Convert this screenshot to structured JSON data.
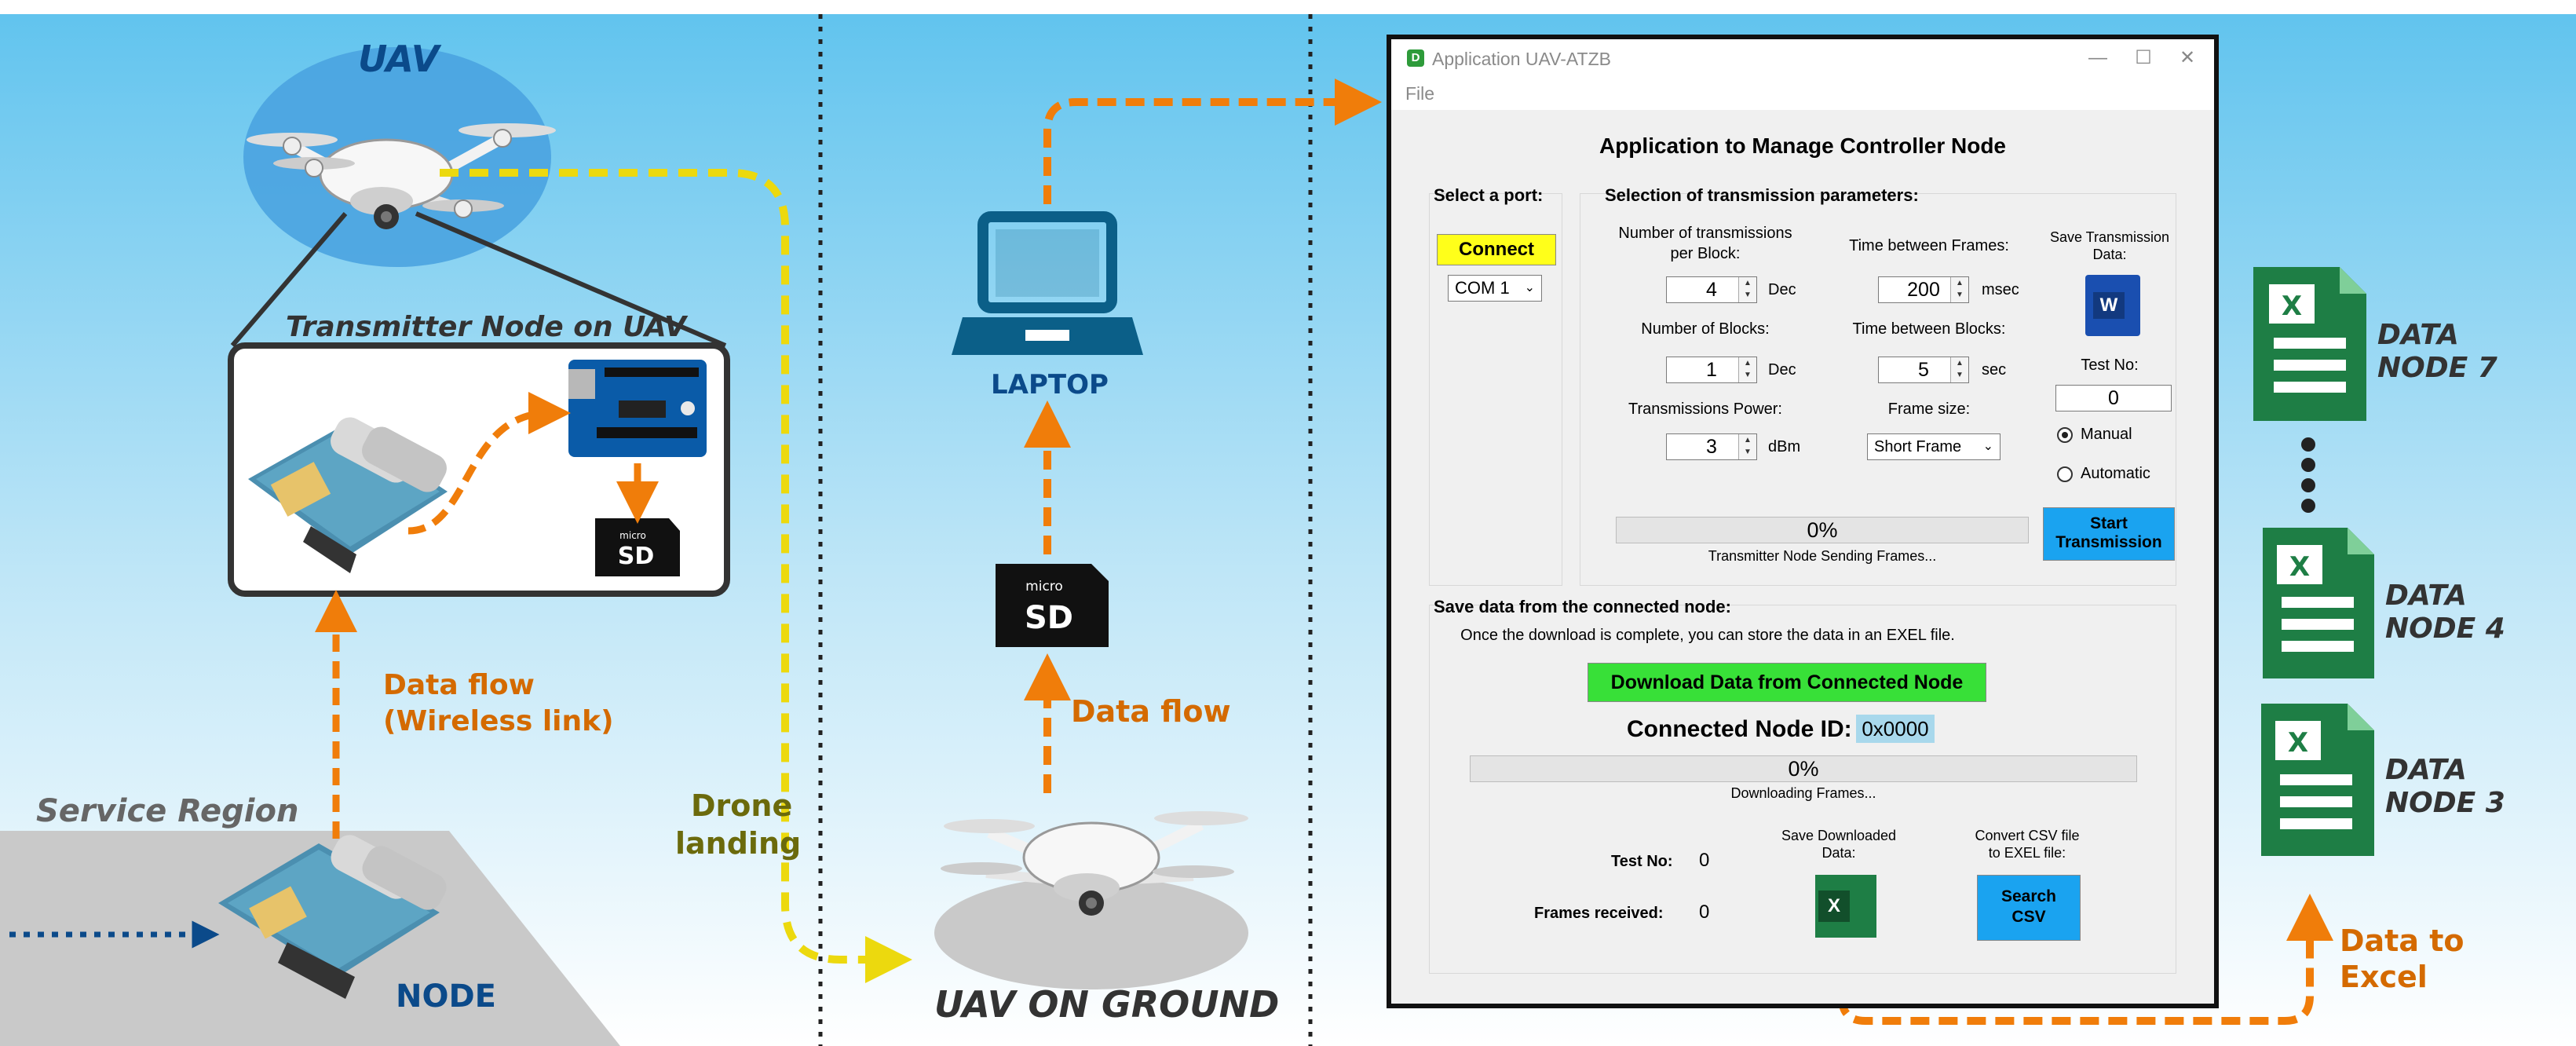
{
  "diagram": {
    "labels": {
      "uav": "UAV",
      "transmitter_node": "Transmitter Node on UAV",
      "data_flow_wireless_line1": "Data flow",
      "data_flow_wireless_line2": "(Wireless link)",
      "service_region": "Service Region",
      "node": "NODE",
      "drone_landing_line1": "Drone",
      "drone_landing_line2": "landing",
      "laptop": "LAPTOP",
      "data_flow": "Data flow",
      "uav_on_ground": "UAV ON GROUND",
      "data_to_excel_line1": "Data to",
      "data_to_excel_line2": "Excel"
    },
    "sd_card": {
      "line1": "micro",
      "line2": "SD"
    },
    "excel_files": [
      {
        "line1": "DATA",
        "line2": "NODE 7"
      },
      {
        "line1": "DATA",
        "line2": "NODE 4"
      },
      {
        "line1": "DATA",
        "line2": "NODE 3"
      }
    ],
    "excel_icon_letter": "X",
    "colors": {
      "sky_top": "#5fc3ee",
      "sky_bottom": "#ffffff",
      "orange_arrow": "#f07d0a",
      "yellow_arrow": "#ecd90e",
      "navy": "#0b4a8a",
      "excel_green": "#1e7e45",
      "word_blue": "#1a4fb0"
    }
  },
  "app": {
    "window_title": "Application UAV-ATZB",
    "icon_letter": "D",
    "menu_file": "File",
    "heading": "Application to Manage Controller Node",
    "port": {
      "title": "Select a port:",
      "connect_label": "Connect",
      "com_value": "COM 1"
    },
    "params": {
      "title": "Selection of transmission parameters:",
      "transmissions_label_line1": "Number of transmissions",
      "transmissions_label_line2": "per Block:",
      "transmissions_value": "4",
      "transmissions_unit": "Dec",
      "blocks_label": "Number of Blocks:",
      "blocks_value": "1",
      "blocks_unit": "Dec",
      "power_label": "Transmissions Power:",
      "power_value": "3",
      "power_unit": "dBm",
      "time_frames_label": "Time between Frames:",
      "time_frames_value": "200",
      "time_frames_unit": "msec",
      "time_blocks_label": "Time between Blocks:",
      "time_blocks_value": "5",
      "time_blocks_unit": "sec",
      "frame_size_label": "Frame size:",
      "frame_size_value": "Short Frame",
      "save_tx_label_line1": "Save Transmission",
      "save_tx_label_line2": "Data:",
      "word_icon_letter": "W",
      "test_no_label": "Test No:",
      "test_no_value": "0",
      "manual_label": "Manual",
      "automatic_label": "Automatic",
      "mode_selected": "Manual",
      "progress_text": "0%",
      "progress_fraction": 0,
      "progress_caption": "Transmitter Node Sending Frames...",
      "start_label_line1": "Start",
      "start_label_line2": "Transmission"
    },
    "save": {
      "title": "Save data from the connected node:",
      "info": "Once the download is complete, you can store the data in an EXEL file.",
      "download_label": "Download Data from Connected Node",
      "node_id_label": "Connected Node ID:",
      "node_id_value": "0x0000",
      "progress_text": "0%",
      "progress_fraction": 0,
      "progress_caption": "Downloading Frames...",
      "test_no_label": "Test No:",
      "test_no_value": "0",
      "frames_label": "Frames received:",
      "frames_value": "0",
      "save_dl_line1": "Save Downloaded",
      "save_dl_line2": "Data:",
      "excel_icon_letter": "X",
      "convert_line1": "Convert CSV file",
      "convert_line2": "to EXEL file:",
      "search_line1": "Search",
      "search_line2": "CSV"
    },
    "window_controls": {
      "minimize": "—",
      "maximize": "☐",
      "close": "✕"
    }
  }
}
